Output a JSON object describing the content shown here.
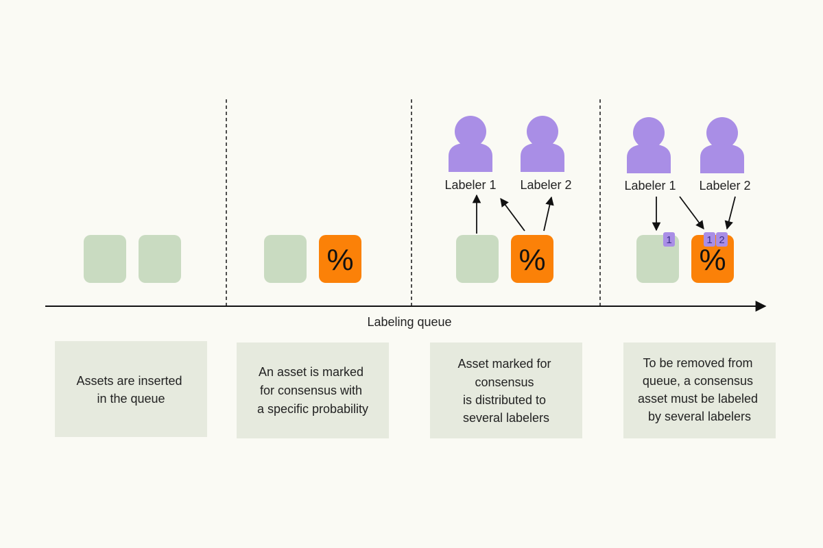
{
  "colors": {
    "background": "#fafaf4",
    "asset": "#c9dbc1",
    "consensus_asset": "#fb8108",
    "labeler": "#a98ee6",
    "badge": "#a98ee6",
    "description_box": "#e6eade",
    "line": "#111111"
  },
  "icons": {
    "labeler": "person-icon",
    "consensus": "percent-icon"
  },
  "axis": {
    "label": "Labeling queue"
  },
  "stages": [
    {
      "description": [
        "Assets are inserted",
        "in the queue"
      ],
      "assets": [
        {
          "consensus": false
        },
        {
          "consensus": false
        }
      ],
      "labelers": []
    },
    {
      "description": [
        "An asset is marked",
        "for consensus with",
        "a specific probability"
      ],
      "assets": [
        {
          "consensus": false
        },
        {
          "consensus": true,
          "symbol": "%"
        }
      ],
      "labelers": []
    },
    {
      "description": [
        "Asset marked for",
        "consensus",
        "is distributed to",
        "several labelers"
      ],
      "assets": [
        {
          "consensus": false
        },
        {
          "consensus": true,
          "symbol": "%"
        }
      ],
      "labelers": [
        "Labeler 1",
        "Labeler 2"
      ]
    },
    {
      "description": [
        "To be removed from",
        "queue, a consensus",
        "asset must be labeled",
        "by several labelers"
      ],
      "assets": [
        {
          "consensus": false,
          "badges": [
            "1"
          ]
        },
        {
          "consensus": true,
          "symbol": "%",
          "badges": [
            "1",
            "2"
          ]
        }
      ],
      "labelers": [
        "Labeler 1",
        "Labeler 2"
      ]
    }
  ]
}
